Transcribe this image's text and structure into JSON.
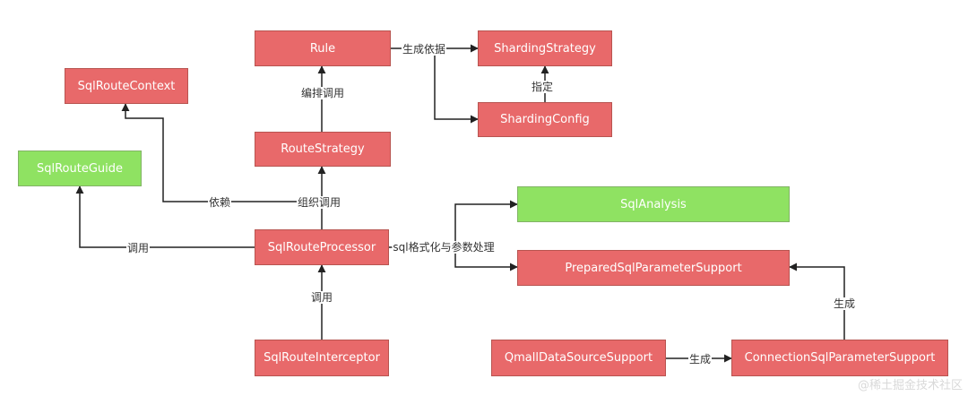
{
  "colors": {
    "red_fill": "#e8696a",
    "green_fill": "#8fe262",
    "edge": "#222222"
  },
  "nodes": {
    "rule": "Rule",
    "sharding_strategy": "ShardingStrategy",
    "sharding_config": "ShardingConfig",
    "sql_route_context": "SqlRouteContext",
    "route_strategy": "RouteStrategy",
    "sql_route_guide": "SqlRouteGuide",
    "sql_route_processor": "SqlRouteProcessor",
    "sql_analysis": "SqlAnalysis",
    "prepared_sql_parameter_support": "PreparedSqlParameterSupport",
    "sql_route_interceptor": "SqlRouteInterceptor",
    "qmall_data_source_support": "QmallDataSourceSupport",
    "connection_sql_parameter_support": "ConnectionSqlParameterSupport"
  },
  "edge_labels": {
    "rule_to_strategy": "生成依据",
    "config_to_strategy": "指定",
    "route_strategy_to_rule": "编排调用",
    "processor_to_context": "依赖",
    "processor_to_route_strategy": "组织调用",
    "processor_to_guide": "调用",
    "processor_to_analysis": "sql格式化与参数处理",
    "interceptor_to_processor": "调用",
    "connection_to_prepared": "生成",
    "qmall_to_connection": "生成"
  },
  "watermark": "@稀土掘金技术社区"
}
